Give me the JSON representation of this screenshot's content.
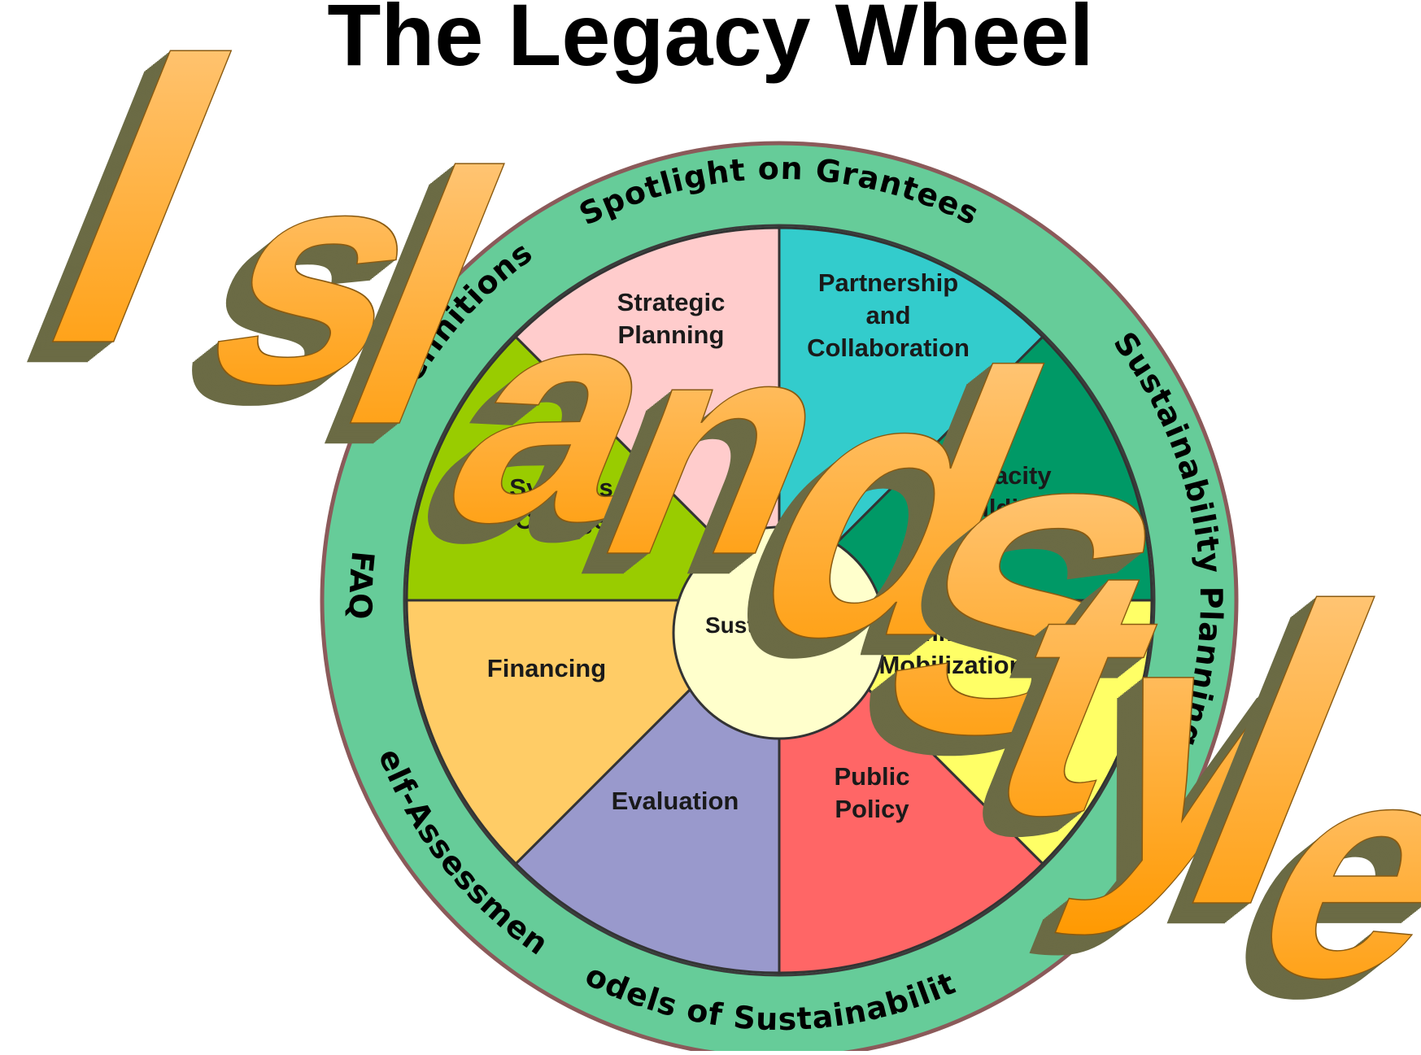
{
  "title": "The Legacy Wheel",
  "hub": {
    "label": "Sustainability",
    "fill": "#ffffcc"
  },
  "wordart": {
    "text": "Island Style",
    "face_top": "#ffcc88",
    "face_bottom": "#ff9900",
    "extrude": "#6b6b45"
  },
  "ring": {
    "fill": "#66cc99",
    "border": "#8b5a5a",
    "labels": [
      "Spotlight on Grantees",
      "Sustainability Planning",
      "Models of Sustainability",
      "Self-Assessment",
      "FAQ",
      "Definitions"
    ]
  },
  "segments": [
    {
      "lines": [
        "Partnership",
        "and",
        "Collaboration"
      ],
      "fill": "#33cccc"
    },
    {
      "lines": [
        "Capacity",
        "Building"
      ],
      "fill": "#009966"
    },
    {
      "lines": [
        "Community",
        "Mobilization"
      ],
      "fill": "#ffff66"
    },
    {
      "lines": [
        "Public",
        "Policy"
      ],
      "fill": "#ff6666"
    },
    {
      "lines": [
        "Evaluation"
      ],
      "fill": "#9999cc"
    },
    {
      "lines": [
        "Financing"
      ],
      "fill": "#ffcc66"
    },
    {
      "lines": [
        "Systems",
        "Change"
      ],
      "fill": "#99cc00"
    },
    {
      "lines": [
        "Strategic",
        "Planning"
      ],
      "fill": "#ffcccc"
    }
  ]
}
